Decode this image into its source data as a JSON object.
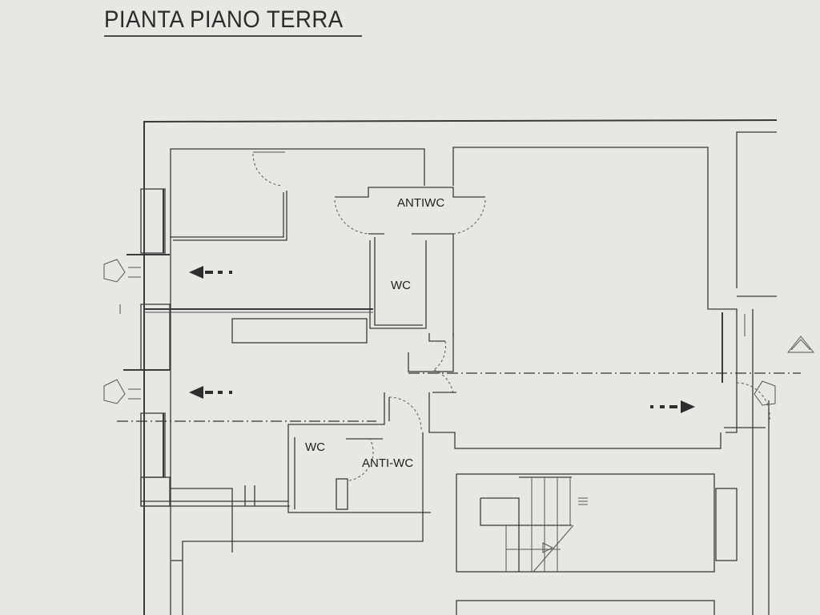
{
  "plan": {
    "title": "PIANTA PIANO TERRA",
    "rooms": {
      "antiwc_upper": "ANTIWC",
      "wc_upper": "WC",
      "wc_lower": "WC",
      "antiwc_lower": "ANTI-WC"
    }
  },
  "colors": {
    "paper": "#e7e8e3",
    "ink": "#3a3a3a"
  },
  "icons": [
    "entrance-arrow-icon",
    "escape-route-arrow-icon",
    "north-arrow-icon",
    "stair-arrow-icon"
  ]
}
